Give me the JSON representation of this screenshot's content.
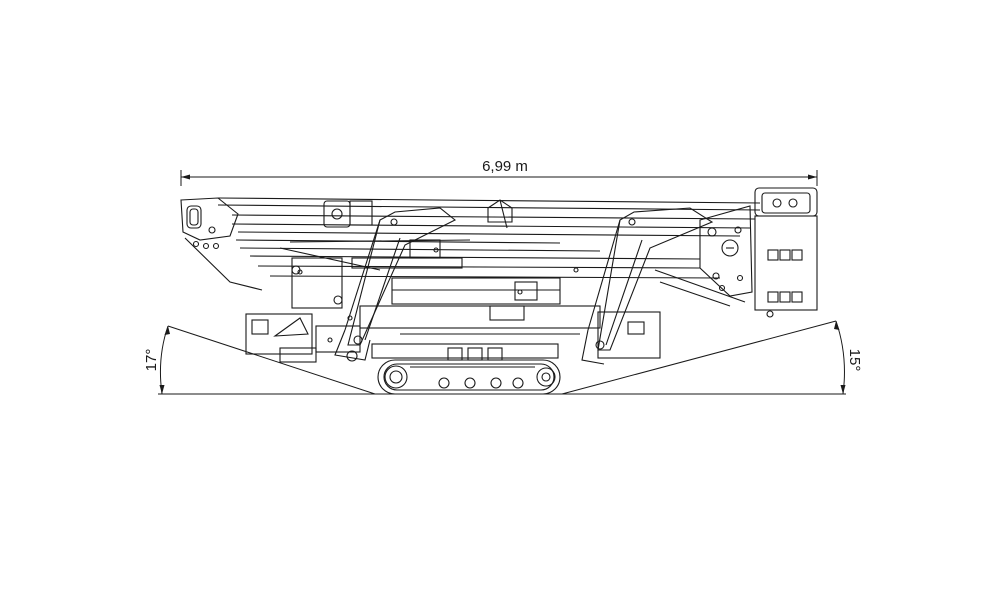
{
  "drawing": {
    "overall_length": "6,99 m",
    "front_angle": "17°",
    "rear_angle": "15°",
    "line_color": "#1a1a1a",
    "background_color": "#ffffff"
  }
}
